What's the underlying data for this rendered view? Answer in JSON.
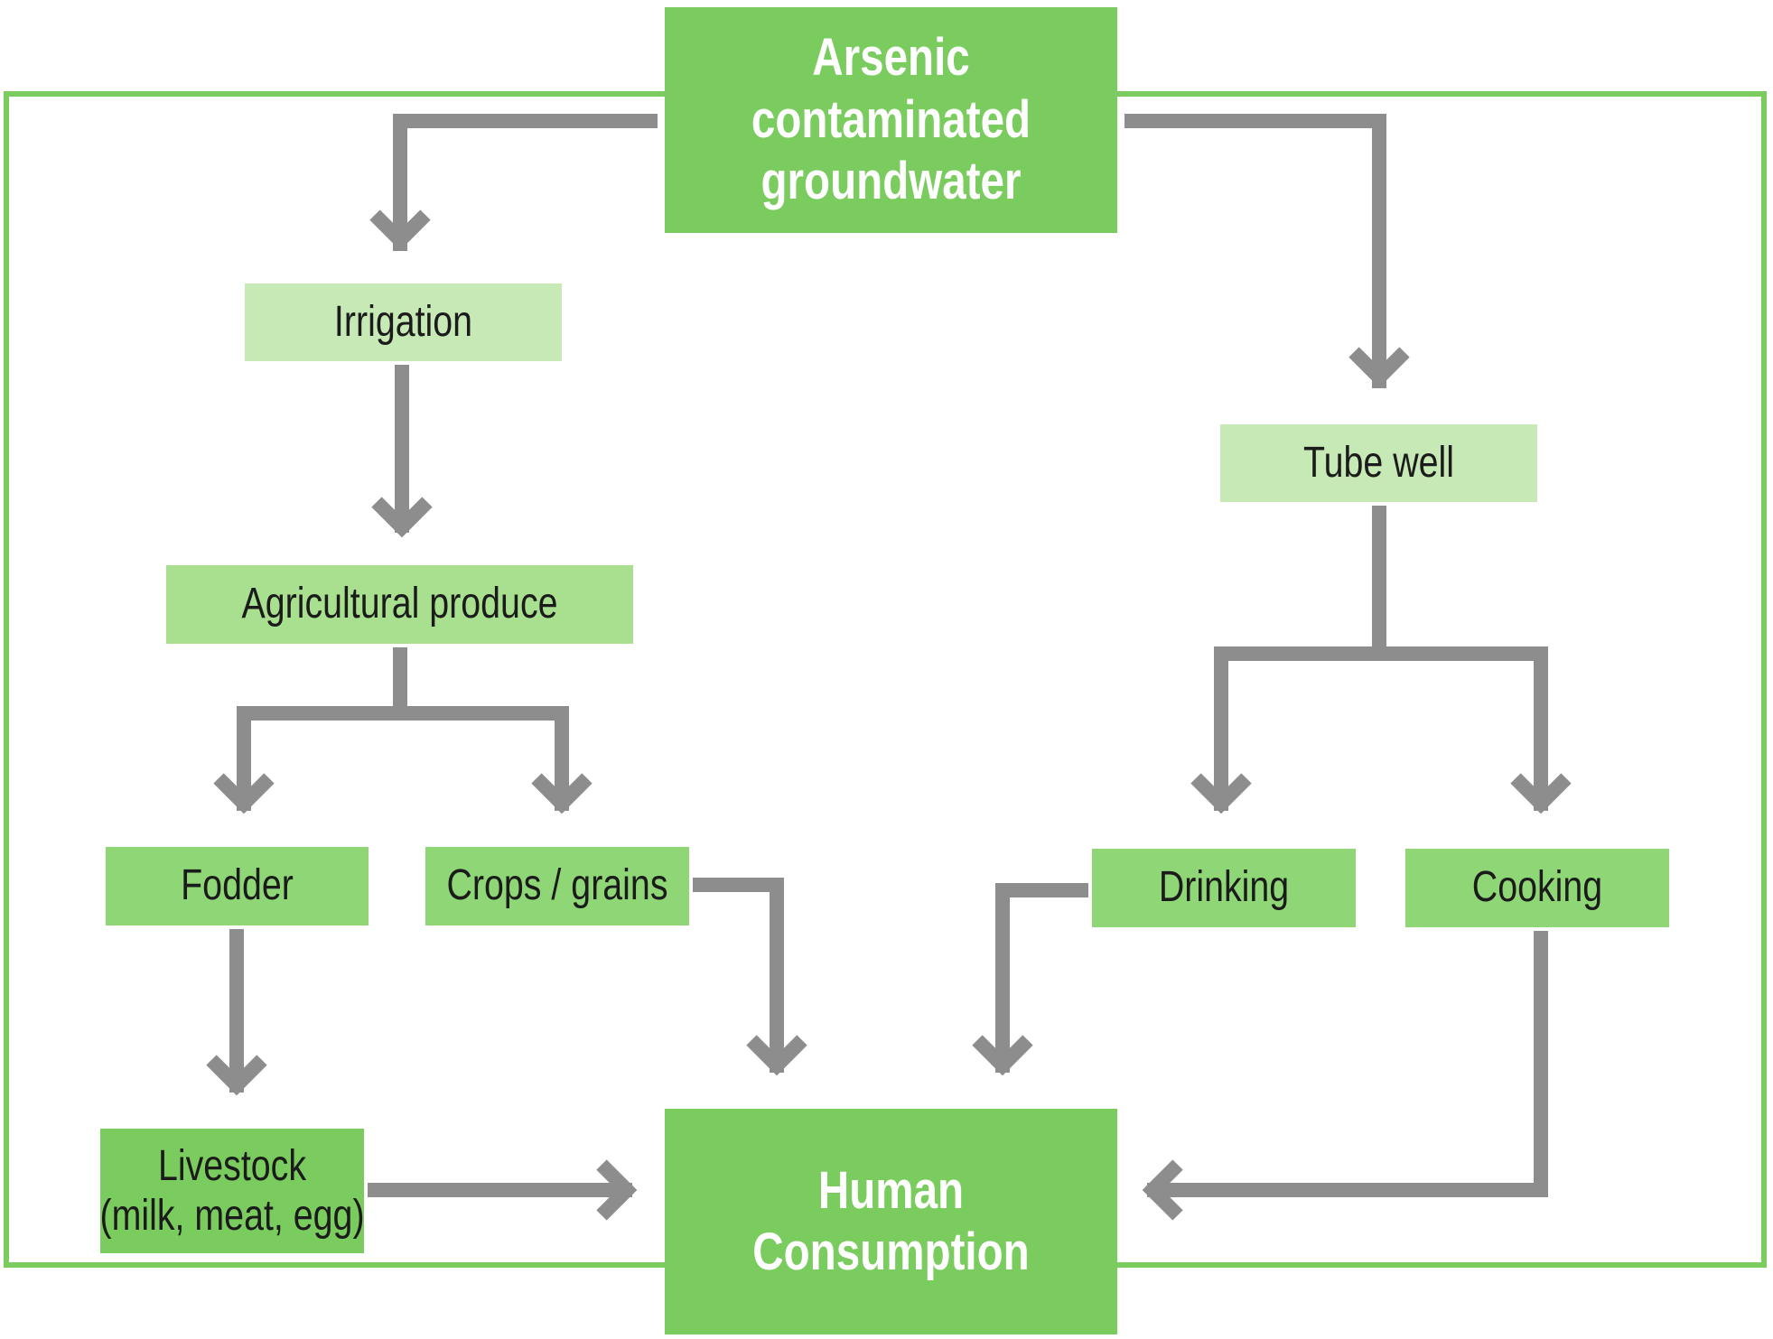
{
  "colors": {
    "primary": "#7acc5e",
    "medium": "#8fd776",
    "light": "#a8e08f",
    "pale": "#c6e9b6",
    "arrow": "#8c8d8c",
    "frame": "#7acc5e"
  },
  "nodes": {
    "source": {
      "label_lines": [
        "Arsenic",
        "contaminated",
        "groundwater"
      ]
    },
    "irrigation": {
      "label": "Irrigation"
    },
    "tube_well": {
      "label": "Tube well"
    },
    "agricultural_produce": {
      "label": "Agricultural produce"
    },
    "fodder": {
      "label": "Fodder"
    },
    "crops_grains": {
      "label": "Crops / grains"
    },
    "drinking": {
      "label": "Drinking"
    },
    "cooking": {
      "label": "Cooking"
    },
    "livestock": {
      "label": "Livestock",
      "sublabel": "(milk, meat, egg)"
    },
    "human_consumption": {
      "label_lines": [
        "Human",
        "Consumption"
      ]
    }
  }
}
